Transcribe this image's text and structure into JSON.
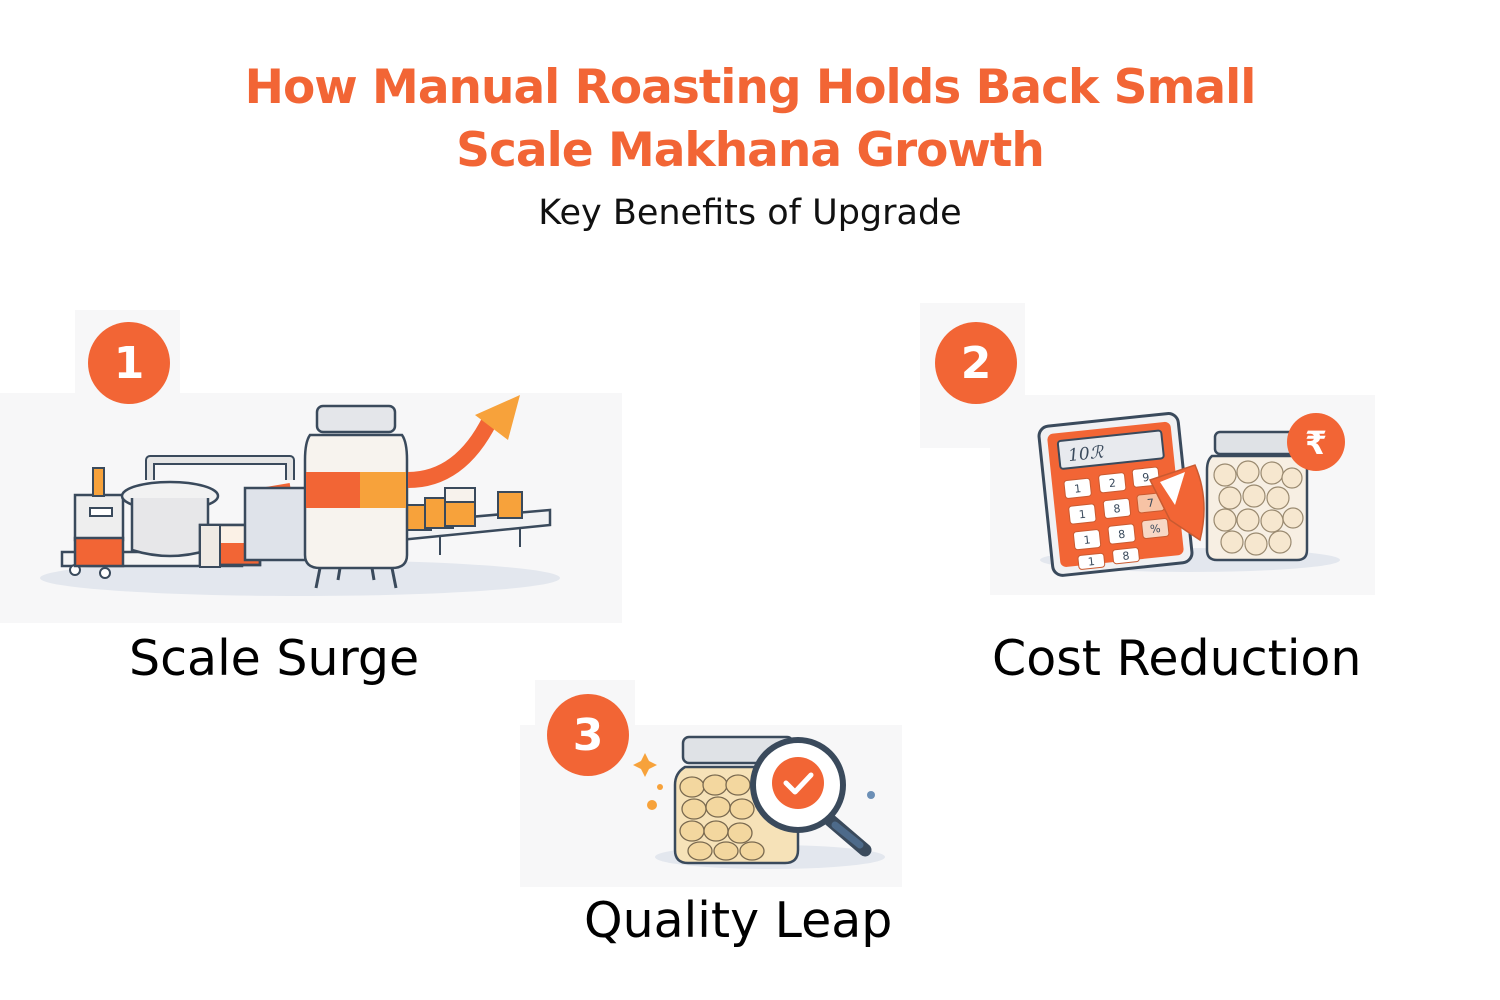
{
  "header": {
    "title_line1": "How Manual Roasting Holds Back Small",
    "title_line2": "Scale Makhana Growth",
    "subtitle": "Key Benefits of Upgrade"
  },
  "colors": {
    "accent": "#F26535",
    "accent_light": "#F7A23B",
    "outline": "#3A4A5C",
    "text": "#000000",
    "background": "#FFFFFF"
  },
  "benefits": [
    {
      "number": "1",
      "label": "Scale Surge",
      "icon": "production-line-growth-icon"
    },
    {
      "number": "2",
      "label": "Cost Reduction",
      "icon": "calculator-rupee-jar-icon"
    },
    {
      "number": "3",
      "label": "Quality Leap",
      "icon": "jar-magnifier-check-icon"
    }
  ],
  "illustration_text": {
    "calculator_display": "10ℛ",
    "calculator_keys": [
      "1",
      "2",
      "9",
      "1",
      "8",
      "7",
      "1",
      "8",
      "%",
      "1",
      "8"
    ],
    "currency_symbol": "₹"
  }
}
